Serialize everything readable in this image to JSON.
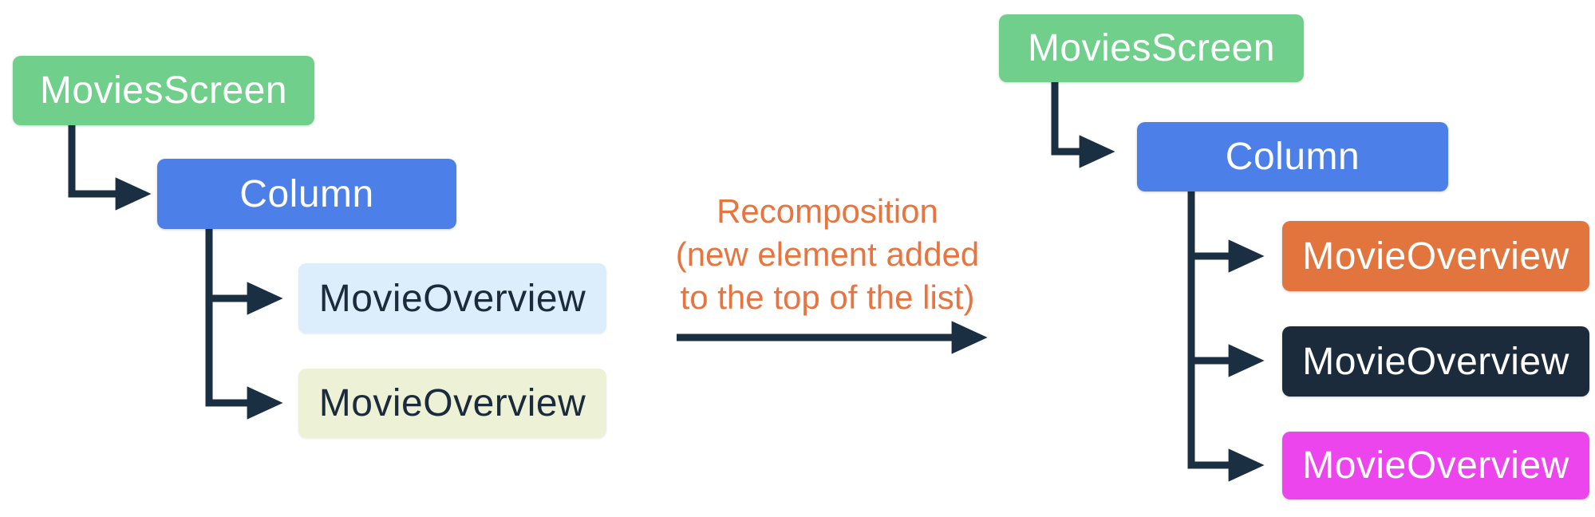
{
  "diagram": {
    "title_semantic": "compose-recomposition-tree-diagram",
    "connector_color": "#1B2F42",
    "annotation": {
      "color": "#E87440",
      "lines": [
        "Recomposition",
        "(new element added",
        "to the top of the list)"
      ]
    },
    "left_tree": {
      "nodes": [
        {
          "label": "MoviesScreen",
          "bg": "#70CF8A",
          "fg": "#FFFFFF"
        },
        {
          "label": "Column",
          "bg": "#4C80E8",
          "fg": "#FFFFFF"
        },
        {
          "label": "MovieOverview",
          "bg": "#DCEDFC",
          "fg": "#1B2B3C"
        },
        {
          "label": "MovieOverview",
          "bg": "#EDF1D5",
          "fg": "#1B2B3C"
        }
      ]
    },
    "right_tree": {
      "nodes": [
        {
          "label": "MoviesScreen",
          "bg": "#70CF8A",
          "fg": "#FFFFFF"
        },
        {
          "label": "Column",
          "bg": "#4C80E8",
          "fg": "#FFFFFF"
        },
        {
          "label": "MovieOverview",
          "bg": "#E2743D",
          "fg": "#FFFFFF"
        },
        {
          "label": "MovieOverview",
          "bg": "#1B2B3C",
          "fg": "#FFFFFF"
        },
        {
          "label": "MovieOverview",
          "bg": "#ED45EE",
          "fg": "#FFFFFF"
        }
      ]
    }
  }
}
